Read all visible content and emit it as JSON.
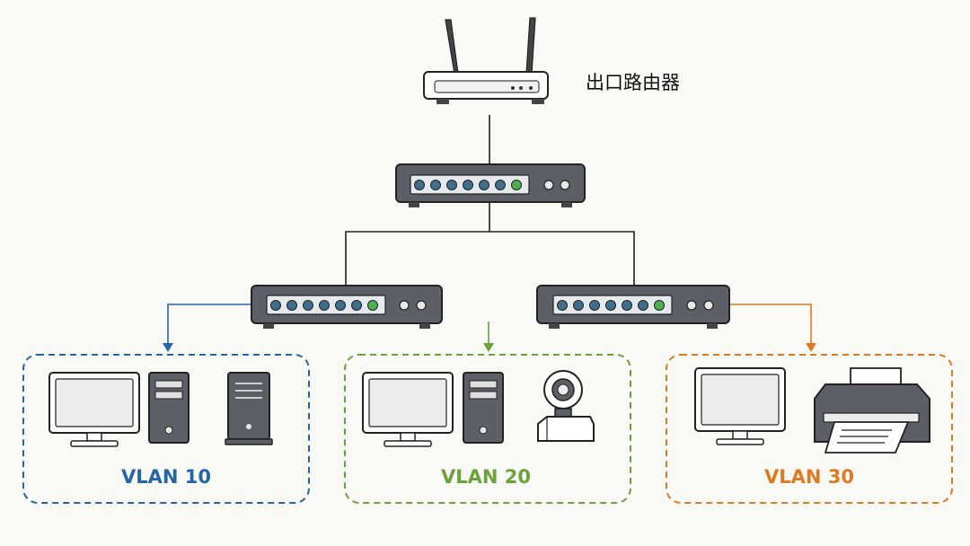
{
  "router": {
    "label": "出口路由器"
  },
  "vlans": [
    {
      "label": "VLAN 10",
      "color": "#2566a8"
    },
    {
      "label": "VLAN 20",
      "color": "#6aa33c"
    },
    {
      "label": "VLAN 30",
      "color": "#e07a22"
    }
  ],
  "colors": {
    "device_body": "#5c5f66",
    "device_outline": "#222222",
    "port": "#3f6e8c",
    "port_active": "#4caf50",
    "line": "#222222"
  },
  "icons": [
    "router-icon",
    "core-switch-icon",
    "access-switch-icon",
    "monitor-icon",
    "pc-tower-icon",
    "server-tower-icon",
    "webcam-icon",
    "printer-icon"
  ]
}
